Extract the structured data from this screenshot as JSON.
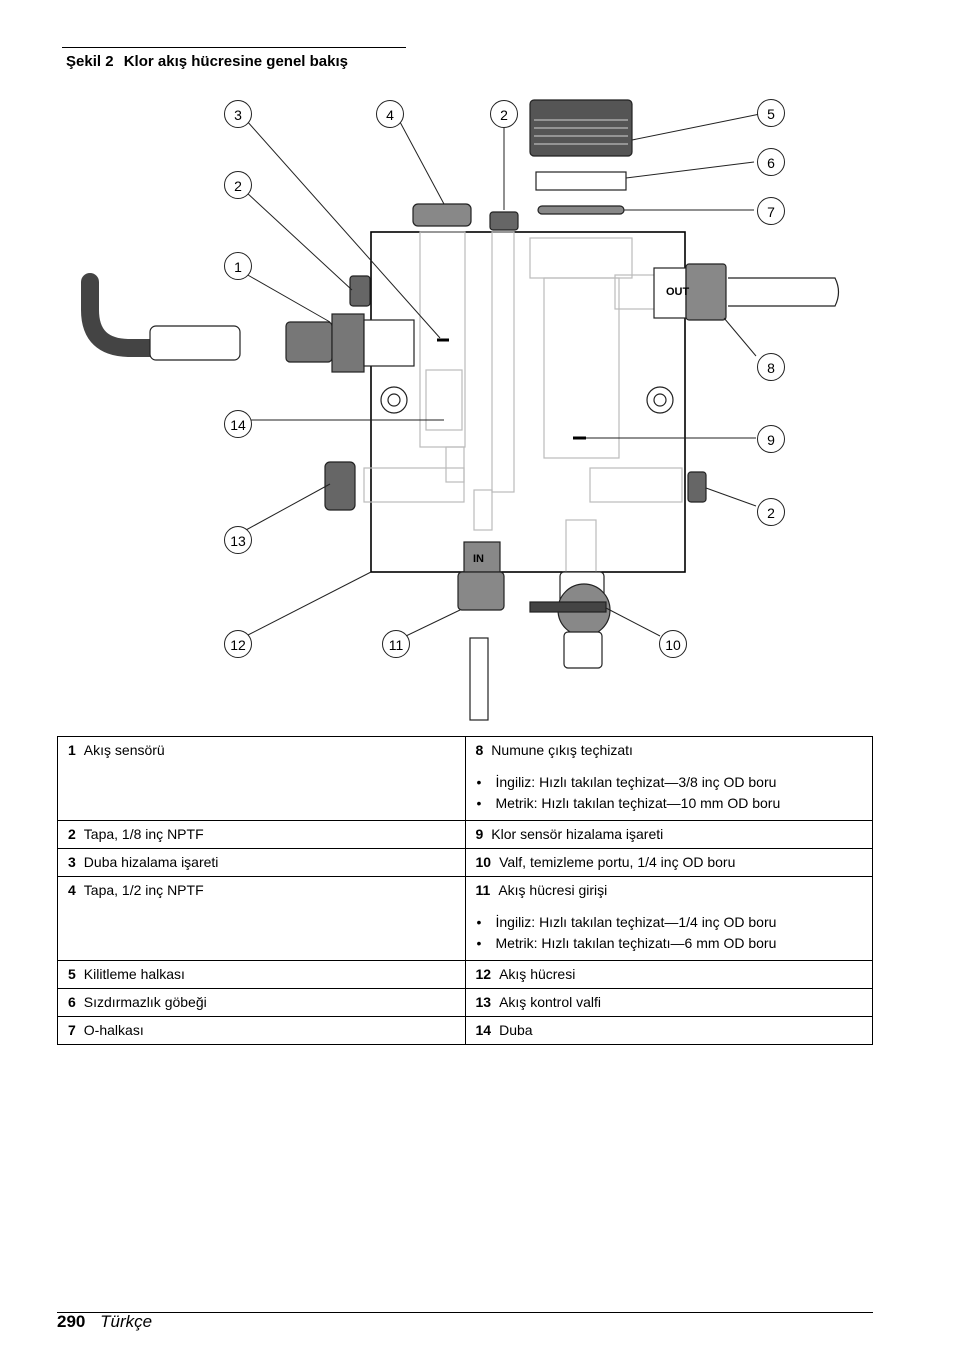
{
  "figure": {
    "number": "Şekil 2",
    "title": "Klor akış hücresine genel bakış",
    "callouts": [
      "1",
      "2",
      "3",
      "4",
      "2",
      "5",
      "6",
      "7",
      "8",
      "9",
      "2",
      "10",
      "11",
      "12",
      "13",
      "14"
    ],
    "labels": {
      "out": "OUT",
      "in": "IN"
    }
  },
  "legend": {
    "rows": [
      {
        "left": {
          "num": "1",
          "text": "Akış sensörü"
        },
        "right": {
          "num": "8",
          "text": "Numune çıkış teçhizatı",
          "bullets": [
            "İngiliz: Hızlı takılan teçhizat—3/8 inç OD boru",
            "Metrik: Hızlı takılan teçhizat—10 mm OD boru"
          ]
        }
      },
      {
        "left": {
          "num": "2",
          "text": "Tapa, 1/8 inç NPTF"
        },
        "right": {
          "num": "9",
          "text": "Klor sensör hizalama işareti"
        }
      },
      {
        "left": {
          "num": "3",
          "text": "Duba hizalama işareti"
        },
        "right": {
          "num": "10",
          "text": "Valf, temizleme portu, 1/4 inç OD boru"
        }
      },
      {
        "left": {
          "num": "4",
          "text": "Tapa, 1/2 inç NPTF"
        },
        "right": {
          "num": "11",
          "text": "Akış hücresi girişi",
          "bullets": [
            "İngiliz: Hızlı takılan teçhizat—1/4 inç OD boru",
            "Metrik: Hızlı takılan teçhizatı—6 mm OD boru"
          ]
        }
      },
      {
        "left": {
          "num": "5",
          "text": "Kilitleme halkası"
        },
        "right": {
          "num": "12",
          "text": "Akış hücresi"
        }
      },
      {
        "left": {
          "num": "6",
          "text": "Sızdırmazlık göbeği"
        },
        "right": {
          "num": "13",
          "text": "Akış kontrol valfi"
        }
      },
      {
        "left": {
          "num": "7",
          "text": "O-halkası"
        },
        "right": {
          "num": "14",
          "text": "Duba"
        }
      }
    ]
  },
  "footer": {
    "page": "290",
    "language": "Türkçe"
  }
}
